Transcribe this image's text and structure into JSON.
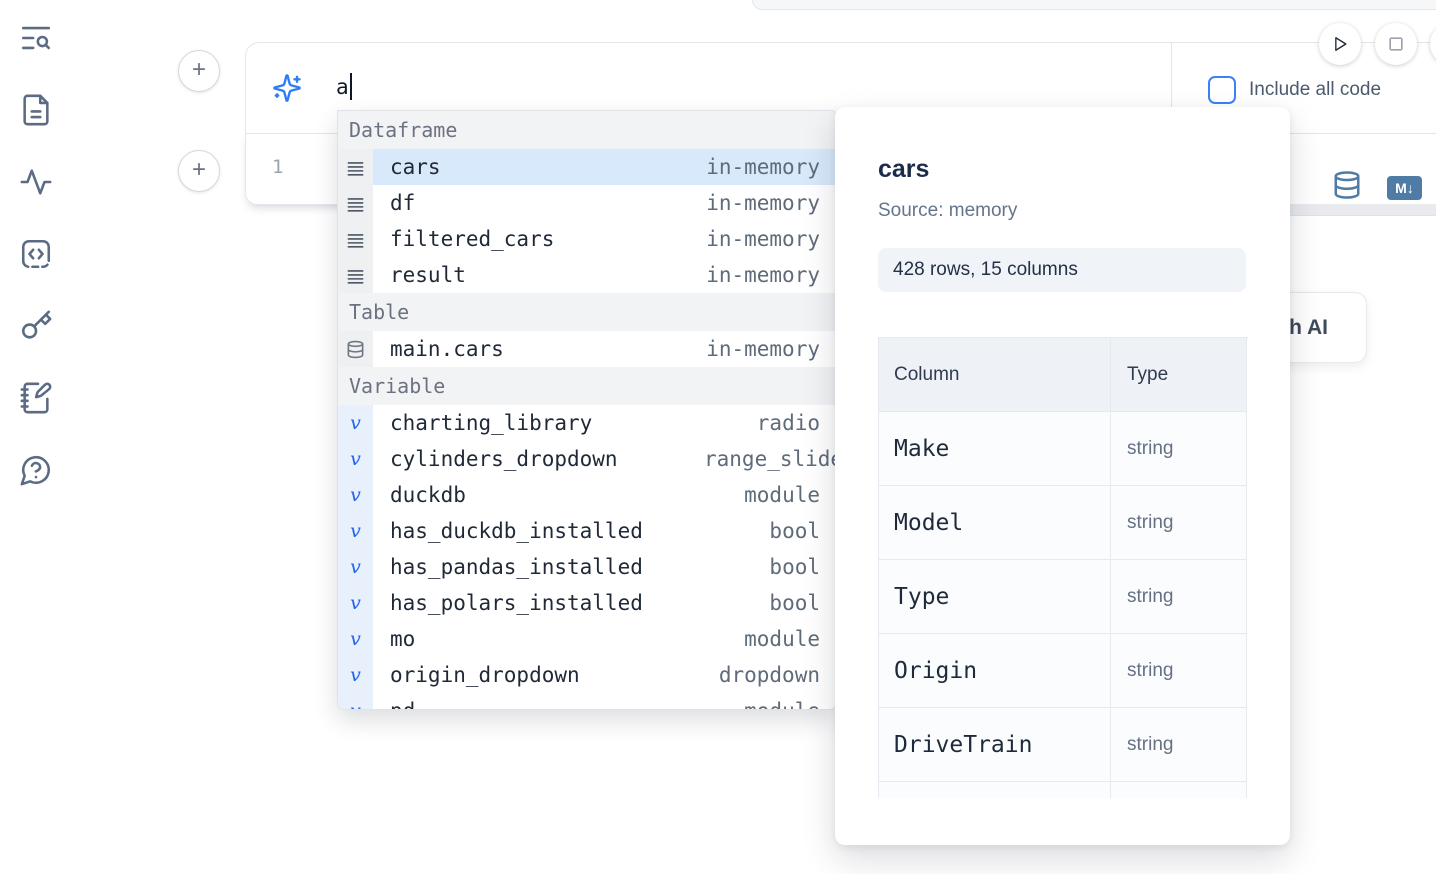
{
  "colors": {
    "accent": "#3b82f6",
    "steel_blue": "#4e7ca6",
    "selected_row_bg": "#d8e9fb",
    "sidebar_icon": "#5b6b84"
  },
  "sidebar": {
    "items": [
      {
        "icon": "list-search-icon"
      },
      {
        "icon": "file-text-icon"
      },
      {
        "icon": "activity-icon"
      },
      {
        "icon": "code-square-icon"
      },
      {
        "icon": "key-icon"
      },
      {
        "icon": "notebook-pen-icon"
      },
      {
        "icon": "help-bubble-icon"
      }
    ]
  },
  "ai_prompt": {
    "value": "a",
    "include_all_label": "Include all code"
  },
  "code_cell": {
    "line_number": "1"
  },
  "cell_actions": {
    "markdown_badge": "M↓"
  },
  "autocomplete": {
    "sections": [
      {
        "label": "Dataframe",
        "items": [
          {
            "name": "cars",
            "type": "in-memory",
            "icon": "dataframe",
            "selected": true
          },
          {
            "name": "df",
            "type": "in-memory",
            "icon": "dataframe"
          },
          {
            "name": "filtered_cars",
            "type": "in-memory",
            "icon": "dataframe"
          },
          {
            "name": "result",
            "type": "in-memory",
            "icon": "dataframe"
          }
        ]
      },
      {
        "label": "Table",
        "items": [
          {
            "name": "main.cars",
            "type": "in-memory",
            "icon": "database"
          }
        ]
      },
      {
        "label": "Variable",
        "items": [
          {
            "name": "charting_library",
            "type": "radio",
            "icon": "variable"
          },
          {
            "name": "cylinders_dropdown",
            "type": "range_slider",
            "icon": "variable",
            "clip": true
          },
          {
            "name": "duckdb",
            "type": "module",
            "icon": "variable"
          },
          {
            "name": "has_duckdb_installed",
            "type": "bool",
            "icon": "variable"
          },
          {
            "name": "has_pandas_installed",
            "type": "bool",
            "icon": "variable"
          },
          {
            "name": "has_polars_installed",
            "type": "bool",
            "icon": "variable"
          },
          {
            "name": "mo",
            "type": "module",
            "icon": "variable"
          },
          {
            "name": "origin_dropdown",
            "type": "dropdown",
            "icon": "variable"
          },
          {
            "name": "pd",
            "type": "module",
            "icon": "variable",
            "partial": true
          }
        ]
      }
    ]
  },
  "preview": {
    "title": "cars",
    "source": "Source: memory",
    "summary": "428 rows, 15 columns",
    "table": {
      "headers": [
        "Column",
        "Type"
      ],
      "rows": [
        [
          "Make",
          "string"
        ],
        [
          "Model",
          "string"
        ],
        [
          "Type",
          "string"
        ],
        [
          "Origin",
          "string"
        ],
        [
          "DriveTrain",
          "string"
        ]
      ],
      "partial_extra_row": true
    }
  },
  "ai_generate_button": {
    "label": "Generate with AI"
  }
}
